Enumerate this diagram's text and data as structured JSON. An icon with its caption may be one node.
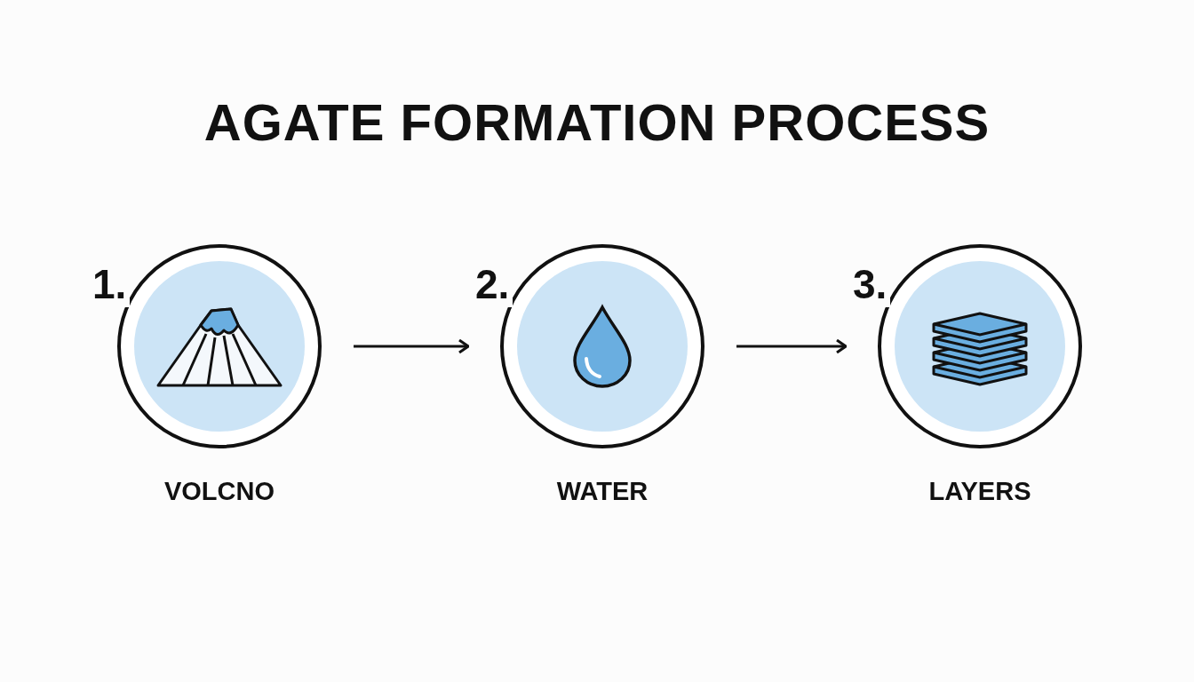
{
  "diagram": {
    "title": "AGATE FORMATION PROCESS",
    "nodes": [
      {
        "text": [
          "1.",
          "VOLCNO"
        ]
      },
      {
        "text": [
          "2.",
          "WATER"
        ]
      },
      {
        "text": [
          "3.",
          "LAYERS"
        ]
      }
    ],
    "edges": [
      {
        "from": 0,
        "to": 1,
        "arrow": "to"
      },
      {
        "from": 1,
        "to": 2,
        "arrow": "to"
      }
    ]
  }
}
